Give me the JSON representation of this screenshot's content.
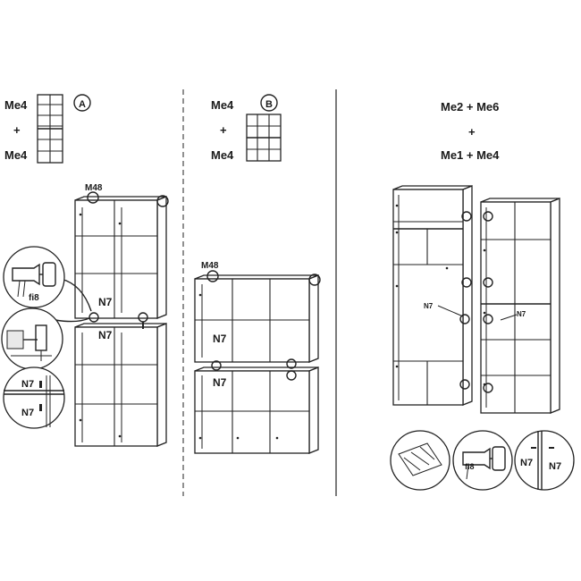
{
  "panel_a": {
    "top_label": "Me4",
    "plus": "+",
    "bottom_label": "Me4",
    "badge": "A",
    "screw_label": "M48",
    "fitting_label_1": "N7",
    "fitting_label_2": "N7",
    "inset_label_1": "N7",
    "inset_label_2": "N7",
    "drill_label": "fi8"
  },
  "panel_b": {
    "top_label": "Me4",
    "plus": "+",
    "bottom_label": "Me4",
    "badge": "B",
    "screw_label": "M48",
    "fitting_label_1": "N7",
    "fitting_label_2": "N7"
  },
  "panel_c": {
    "title_line_1": "Me2 + Me6",
    "plus": "+",
    "title_line_3": "Me1 + Me4",
    "fitting_left": "N7",
    "fitting_right": "N7",
    "drill_label": "fi8",
    "inset_label_1": "N7",
    "inset_label_2": "N7"
  },
  "colors": {
    "line": "#222222",
    "background": "#ffffff"
  }
}
